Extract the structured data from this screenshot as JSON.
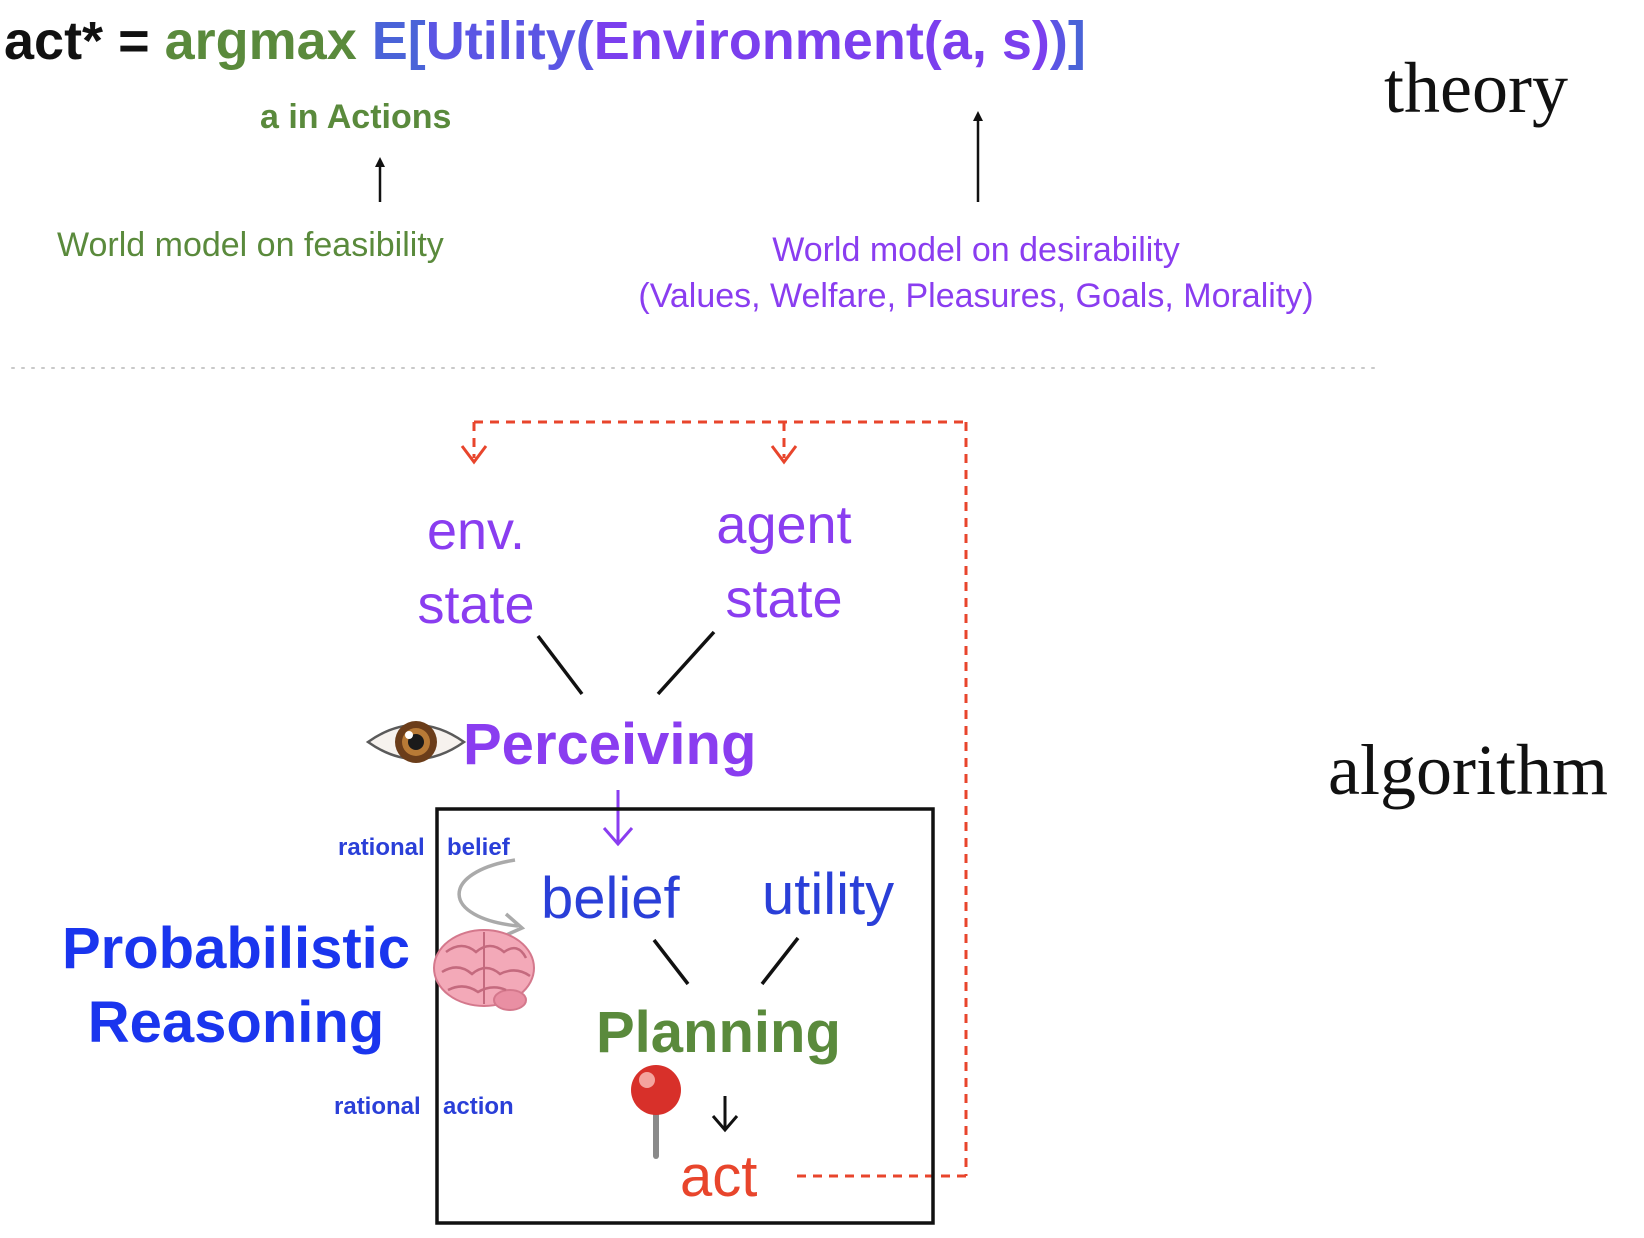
{
  "formula": {
    "act": "act* =",
    "argmax": "argmax",
    "expect_open": "E[",
    "utility_open": "Utility(",
    "environment": "Environment(a, s)",
    "utility_close": ")",
    "expect_close": "]",
    "subscript": "a in Actions"
  },
  "labels": {
    "feasibility": "World model on feasibility",
    "desirability_line1": "World model on desirability",
    "desirability_line2": "(Values, Welfare, Pleasures, Goals, Morality)",
    "theory": "theory",
    "algorithm": "algorithm"
  },
  "nodes": {
    "env_state_line1": "env.",
    "env_state_line2": "state",
    "agent_state_line1": "agent",
    "agent_state_line2": "state",
    "perceiving": "Perceiving",
    "belief": "belief",
    "utility": "utility",
    "planning": "Planning",
    "act": "act"
  },
  "side": {
    "rational_belief_a": "rational",
    "rational_belief_b": "belief",
    "rational_action_a": "rational",
    "rational_action_b": "action",
    "prob_line1": "Probabilistic",
    "prob_line2": "Reasoning"
  },
  "icons": [
    "eye-icon",
    "brain-icon",
    "pushpin-icon"
  ],
  "colors": {
    "black": "#111111",
    "green": "#5a8a3c",
    "blue": "#3b50e0",
    "purple": "#8a3df0",
    "bright_blue": "#1a35ee",
    "red": "#e8452c"
  }
}
